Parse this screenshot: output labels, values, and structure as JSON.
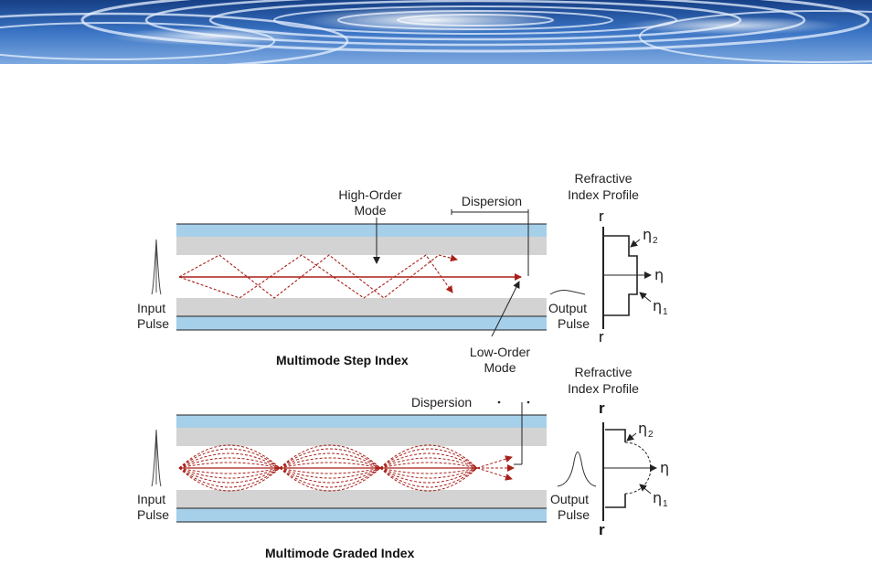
{
  "colors": {
    "cladding": "#a6cfe9",
    "core_gray": "#d3d3d3",
    "ray": "#a8201a",
    "banner_dark": "#1d4f9c",
    "banner_light": "#e9f1ff"
  },
  "step_index": {
    "title": "Multimode Step Index",
    "high_order_line1": "High-Order",
    "high_order_line2": "Mode",
    "dispersion": "Dispersion",
    "low_order_line1": "Low-Order",
    "low_order_line2": "Mode",
    "input_line1": "Input",
    "input_line2": "Pulse",
    "output_line1": "Output",
    "output_line2": "Pulse",
    "profile_line1": "Refractive",
    "profile_line2": "Index Profile",
    "r_top": "r",
    "r_bottom": "r",
    "eta": "η",
    "eta2": "η",
    "eta2_sub": "2",
    "eta1": "η",
    "eta1_sub": "1"
  },
  "graded_index": {
    "title": "Multimode Graded Index",
    "dispersion": "Dispersion",
    "input_line1": "Input",
    "input_line2": "Pulse",
    "output_line1": "Output",
    "output_line2": "Pulse",
    "profile_line1": "Refractive",
    "profile_line2": "Index Profile",
    "r_top": "r",
    "r_bottom": "r",
    "eta": "η",
    "eta2": "η",
    "eta2_sub": "2",
    "eta1": "η",
    "eta1_sub": "1"
  }
}
